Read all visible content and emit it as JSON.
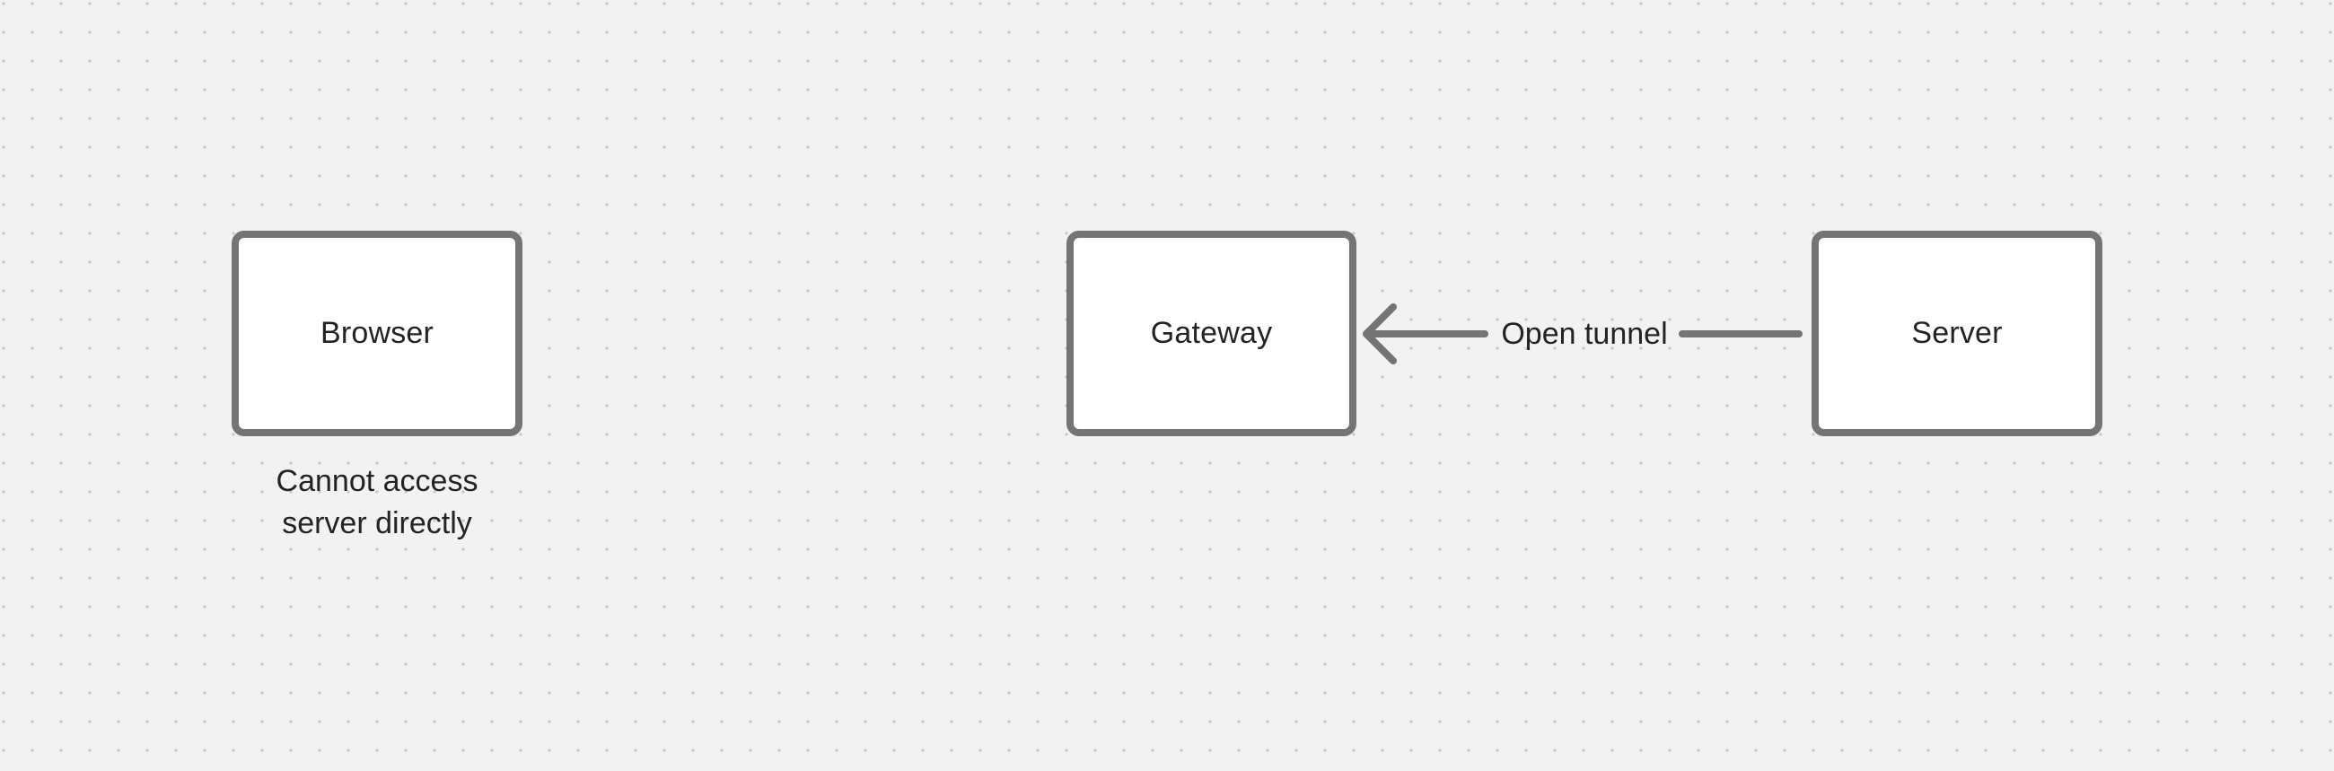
{
  "canvas": {
    "background_color": "#f2f2f2",
    "dot_color": "#c8c8c8",
    "stroke_color": "#747474",
    "text_color": "#222325"
  },
  "nodes": [
    {
      "id": "browser",
      "label": "Browser"
    },
    {
      "id": "gateway",
      "label": "Gateway"
    },
    {
      "id": "server",
      "label": "Server"
    }
  ],
  "browser_note": {
    "line1": "Cannot access",
    "line2": "server directly"
  },
  "edge": {
    "label": "Open tunnel",
    "from": "Server",
    "to": "Gateway",
    "arrow_direction": "left"
  }
}
